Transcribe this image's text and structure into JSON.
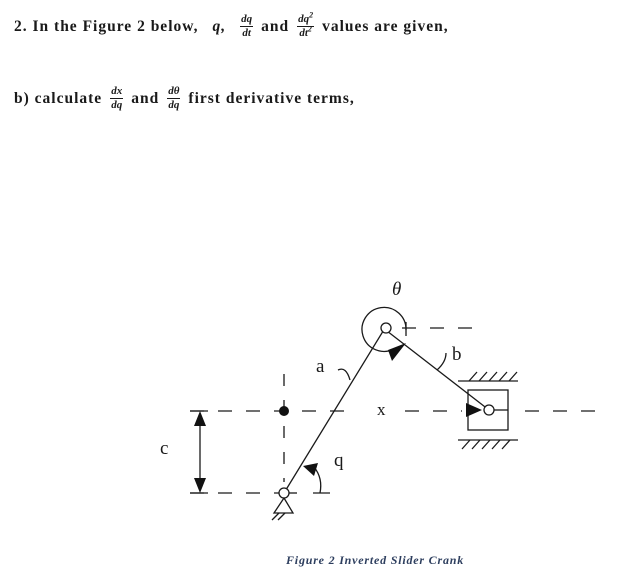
{
  "question": {
    "line1": {
      "prefix": "2. In the Figure 2 below,",
      "var_q": "q,",
      "frac1": {
        "num": "dq",
        "den": "dt"
      },
      "and": "and",
      "frac2": {
        "num": "dq",
        "num_sup": "2",
        "den": "dt",
        "den_sup": "2"
      },
      "suffix": "values are given,"
    },
    "line2": {
      "prefix": "b) calculate",
      "frac1": {
        "num": "dx",
        "den": "dq"
      },
      "and": "and",
      "frac2": {
        "num": "dθ",
        "den": "dq"
      },
      "suffix": "first derivative terms,"
    }
  },
  "figure": {
    "labels": {
      "theta": "θ",
      "a": "a",
      "b": "b",
      "x": "x",
      "c": "c",
      "q": "q"
    },
    "caption": "Figure 2 Inverted Slider Crank"
  }
}
